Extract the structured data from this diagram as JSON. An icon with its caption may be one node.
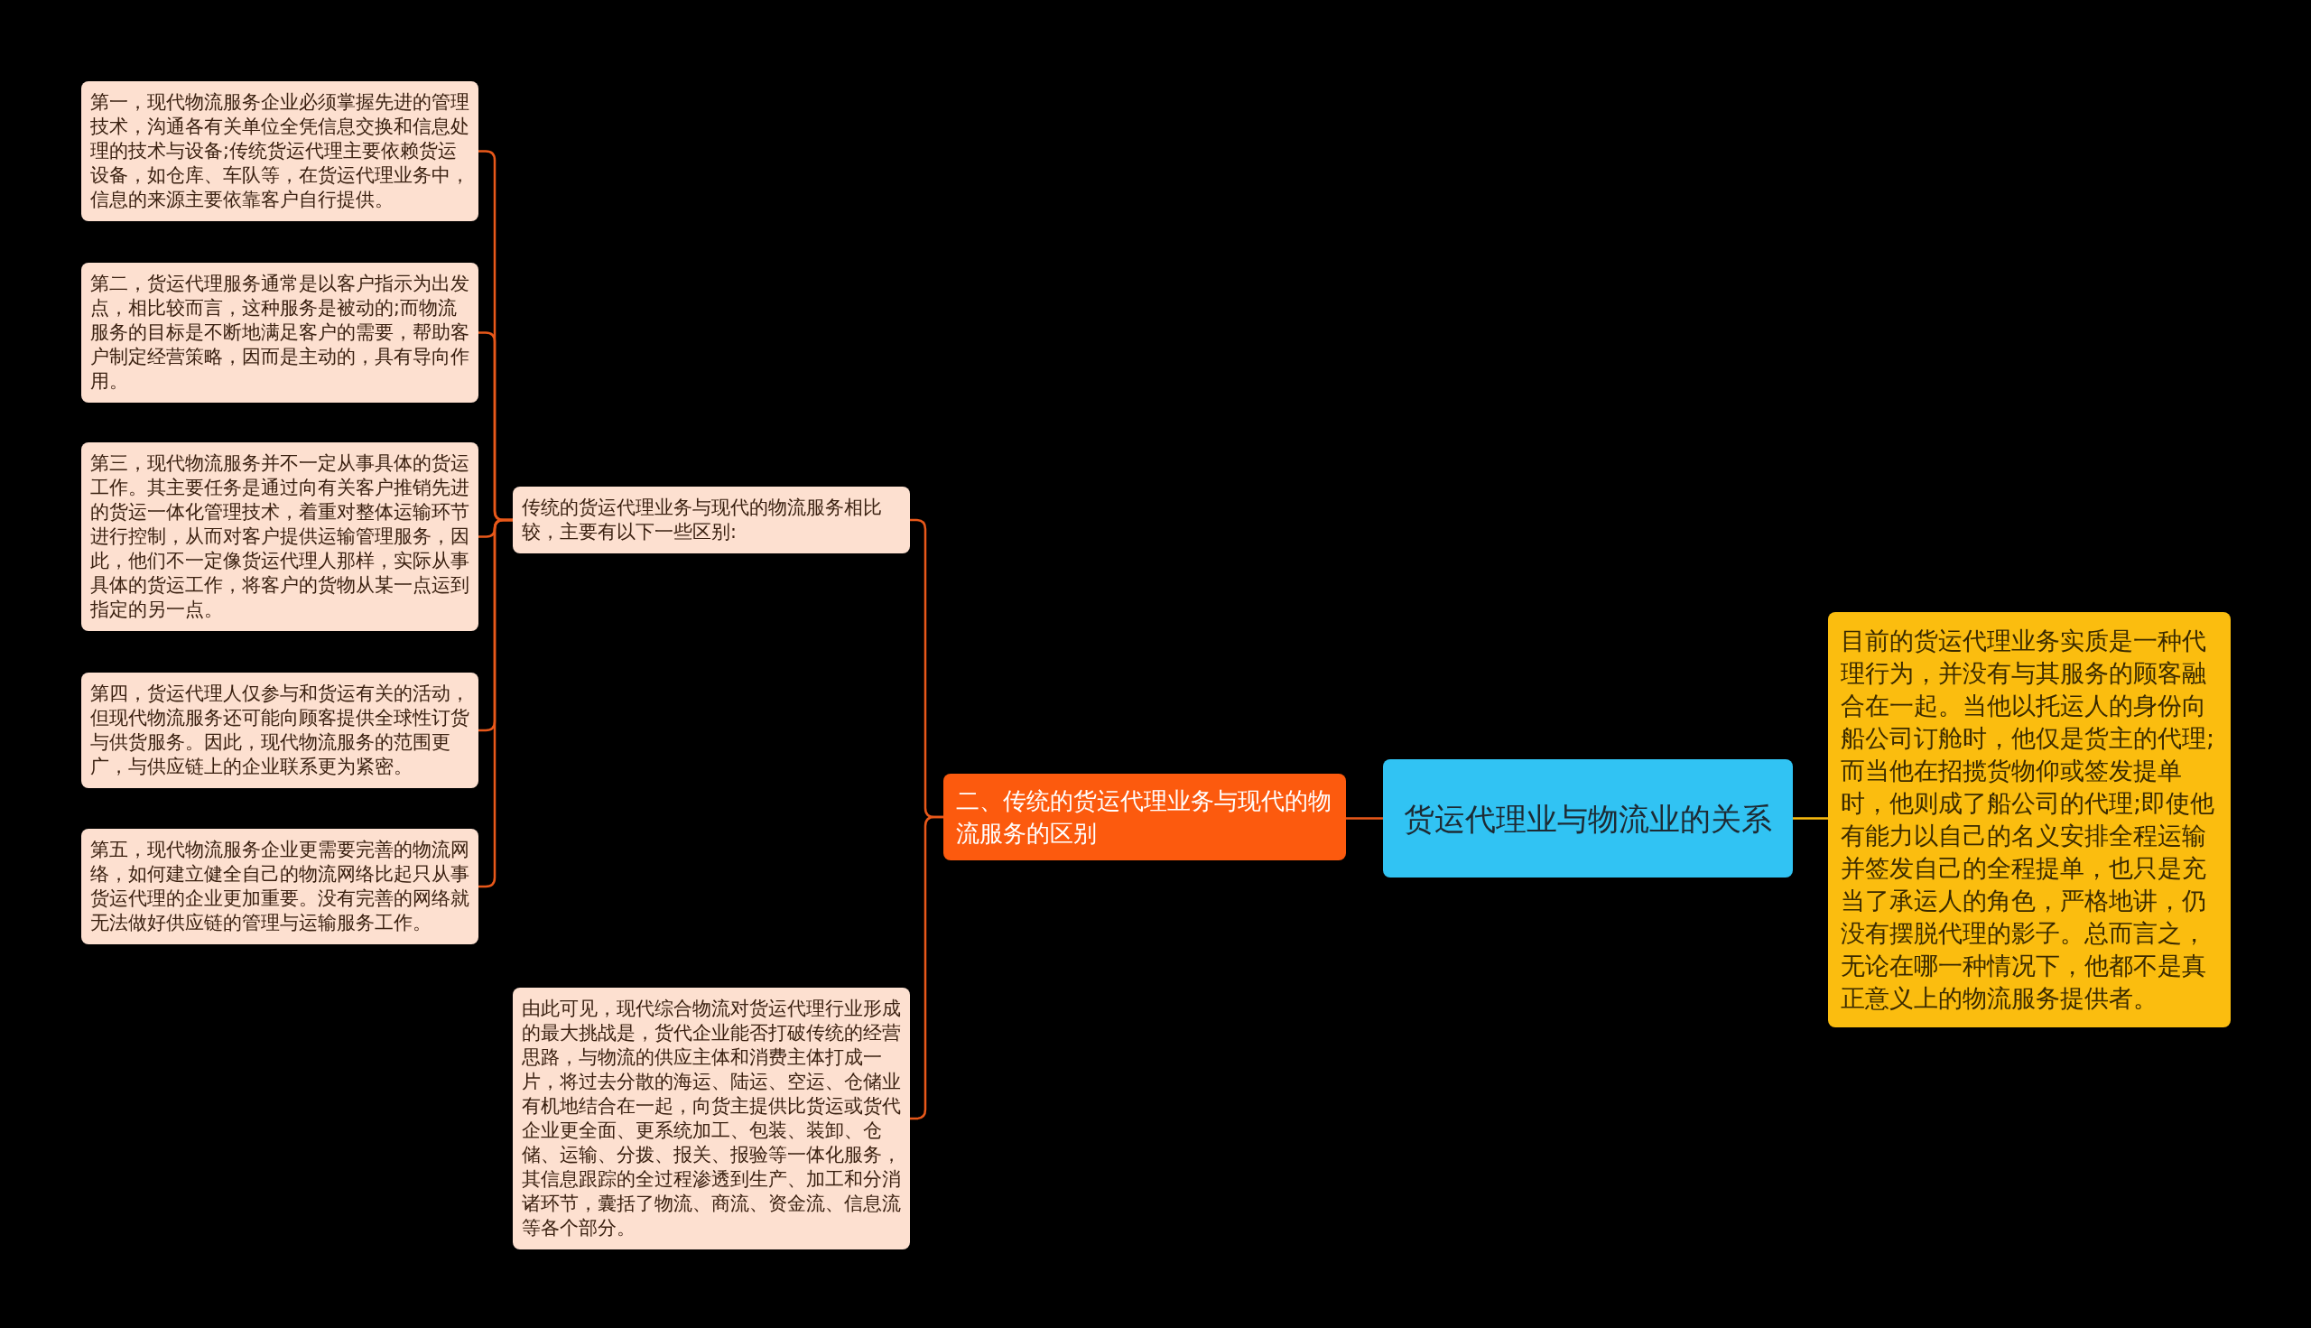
{
  "diagram": {
    "nodes": [
      {
        "text": [
          "货运代理业与物流业的关系"
        ]
      },
      {
        "text": [
          "目前的货运代理业务实质是一种代理行为，并没有与其服务的顾客融合在一起。当他以托运人的身份向船公司订舱时，他仅是货主的代理;而当他在招揽货物仰或签发提单时，他则成了船公司的代理;即使他有能力以自己的名义安排全程运输并签发自己的全程提单，也只是充当了承运人的角色，严格地讲，仍没有摆脱代理的影子。总而言之，无论在哪一种情况下，他都不是真正意义上的物流服务提供者。"
        ]
      },
      {
        "text": [
          "二、传统的货运代理业务与现代的物流服务的区别"
        ]
      },
      {
        "text": [
          "传统的货运代理业务与现代的物流服务相比较，主要有以下一些区别:"
        ]
      },
      {
        "text": [
          "第一，现代物流服务企业必须掌握先进的管理技术，沟通各有关单位全凭信息交换和信息处理的技术与设备;传统货运代理主要依赖货运设备，如仓库、车队等，在货运代理业务中，信息的来源主要依靠客户自行提供。"
        ]
      },
      {
        "text": [
          "第二，货运代理服务通常是以客户指示为出发点，相比较而言，这种服务是被动的;而物流服务的目标是不断地满足客户的需要，帮助客户制定经营策略，因而是主动的，具有导向作用。"
        ]
      },
      {
        "text": [
          "第三，现代物流服务并不一定从事具体的货运工作。其主要任务是通过向有关客户推销先进的货运一体化管理技术，着重对整体运输环节进行控制，从而对客户提供运输管理服务，因此，他们不一定像货运代理人那样，实际从事具体的货运工作，将客户的货物从某一点运到指定的另一点。"
        ]
      },
      {
        "text": [
          "第四，货运代理人仅参与和货运有关的活动，但现代物流服务还可能向顾客提供全球性订货与供货服务。因此，现代物流服务的范围更广，与供应链上的企业联系更为紧密。"
        ]
      },
      {
        "text": [
          "第五，现代物流服务企业更需要完善的物流网络，如何建立健全自己的物流网络比起只从事货运代理的企业更加重要。没有完善的网络就无法做好供应链的管理与运输服务工作。"
        ]
      },
      {
        "text": [
          "由此可见，现代综合物流对货运代理行业形成的最大挑战是，货代企业能否打破传统的经营思路，与物流的供应主体和消费主体打成一片，将过去分散的海运、陆运、空运、仓储业有机地结合在一起，向货主提供比货运或货代企业更全面、更系统加工、包装、装卸、仓储、运输、分拨、报关、报验等一体化服务，其信息跟踪的全过程渗透到生产、加工和分消诸环节，囊括了物流、商流、资金流、信息流等各个部分。"
        ]
      }
    ],
    "edges": [
      {
        "from": 0,
        "to": 1,
        "arrow": "none",
        "color": "#fbbd0f"
      },
      {
        "from": 0,
        "to": 2,
        "arrow": "none"
      },
      {
        "from": 2,
        "to": 3,
        "arrow": "none"
      },
      {
        "from": 2,
        "to": 9,
        "arrow": "none"
      },
      {
        "from": 3,
        "to": 4,
        "arrow": "none"
      },
      {
        "from": 3,
        "to": 5,
        "arrow": "none"
      },
      {
        "from": 3,
        "to": 6,
        "arrow": "none"
      },
      {
        "from": 3,
        "to": 7,
        "arrow": "none"
      },
      {
        "from": 3,
        "to": 8,
        "arrow": "none"
      }
    ]
  }
}
